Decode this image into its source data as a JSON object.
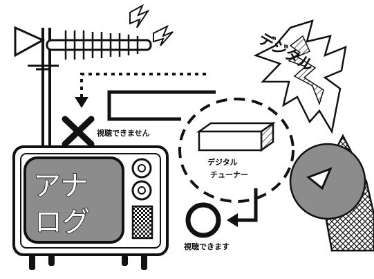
{
  "tv_screen_text": {
    "line1": "アナ",
    "line2": "ログ"
  },
  "labels": {
    "cannot_watch": "視聴できません",
    "can_watch": "視聴できます",
    "tuner_line1": "デジタル",
    "tuner_line2": "チューナー"
  },
  "digital_burst_text": "デジタル",
  "colors": {
    "ink": "#111111",
    "screen_gray": "#8c8c8c",
    "dish_gray": "#8c8c8c",
    "paper": "#ffffff"
  }
}
